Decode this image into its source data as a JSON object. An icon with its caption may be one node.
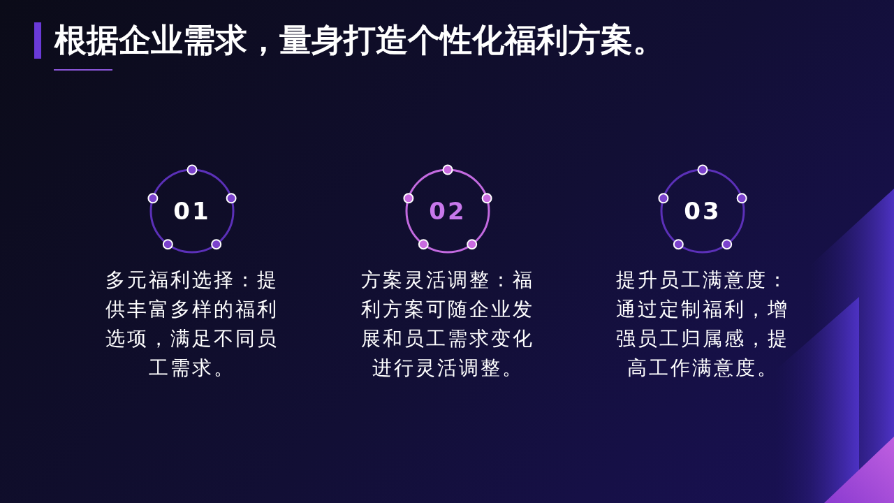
{
  "diagram": {
    "title": "根据企业需求，量身打造个性化福利方案。",
    "nodes": [
      {
        "text": [
          "01"
        ],
        "beside": [
          "多元福利选择：提供丰富多样的福利选项，满足不同员工需求。"
        ]
      },
      {
        "text": [
          "02"
        ],
        "beside": [
          "方案灵活调整：福利方案可随企业发展和员工需求变化进行灵活调整。"
        ]
      },
      {
        "text": [
          "03"
        ],
        "beside": [
          "提升员工满意度：通过定制福利，增强员工归属感，提高工作满意度。"
        ]
      }
    ]
  }
}
